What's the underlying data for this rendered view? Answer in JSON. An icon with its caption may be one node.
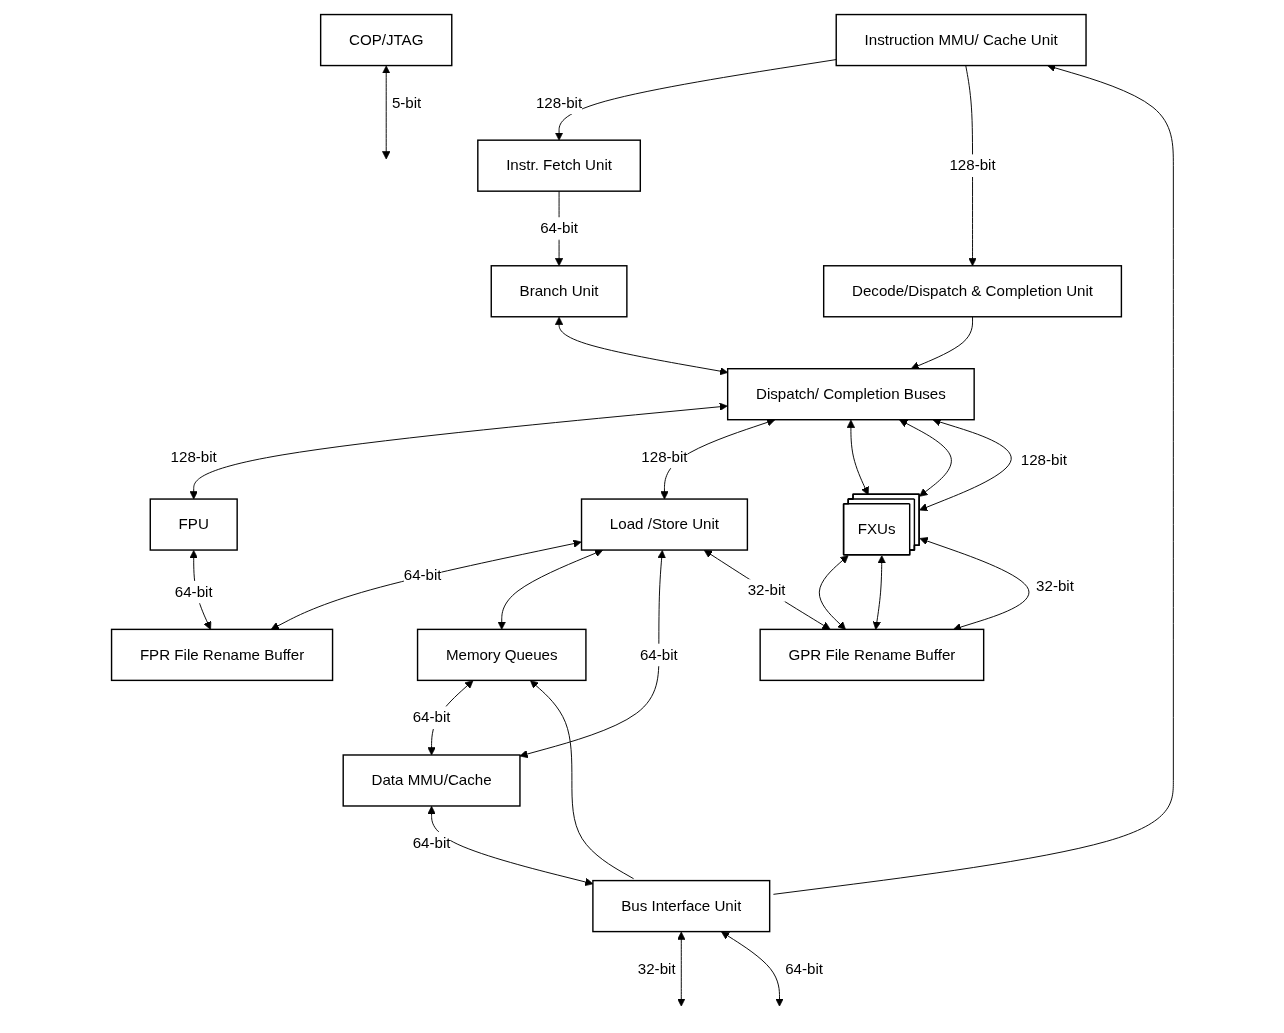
{
  "diagram": {
    "nodes": [
      {
        "text": [
          "Instr. Fetch Unit"
        ]
      },
      {
        "text": [
          "Instruction MMU/ Cache Unit"
        ]
      },
      {
        "text": [
          "Branch Unit"
        ]
      },
      {
        "text": [
          "Decode/Dispatch & Completion Unit"
        ]
      },
      {
        "text": [
          "Dispatch/ Completion Buses"
        ]
      },
      {
        "text": [
          "FPU"
        ]
      },
      {
        "text": [
          "Load /Store Unit"
        ]
      },
      {
        "text": [
          "FXUs"
        ]
      },
      {
        "text": [
          "FPR File Rename Buffer"
        ]
      },
      {
        "text": [
          "GPR File Rename Buffer"
        ]
      },
      {
        "text": [
          "Memory Queues"
        ]
      },
      {
        "text": [
          "Data MMU/Cache"
        ]
      },
      {
        "text": [
          "COP/JTAG"
        ]
      },
      {
        "text": [
          "Bus Interface Unit"
        ]
      }
    ],
    "edges": [
      {
        "from": 1,
        "to": 0,
        "arrow": "to",
        "label": "128-bit"
      },
      {
        "from": 0,
        "to": 2,
        "arrow": "to",
        "label": "64-bit"
      },
      {
        "from": 1,
        "to": 3,
        "arrow": "to",
        "label": "128-bit"
      },
      {
        "from": 2,
        "to": 4,
        "arrow": "both"
      },
      {
        "from": 3,
        "to": 4,
        "arrow": "to"
      },
      {
        "from": 4,
        "to": 5,
        "arrow": "both",
        "label": "128-bit"
      },
      {
        "from": 4,
        "to": 6,
        "arrow": "both",
        "label": "128-bit"
      },
      {
        "from": 4,
        "to": 7,
        "arrow": "both"
      },
      {
        "from": 4,
        "to": 7,
        "arrow": "both"
      },
      {
        "from": 4,
        "to": 7,
        "arrow": "both",
        "label": "128-bit"
      },
      {
        "from": 5,
        "to": 8,
        "arrow": "both",
        "label": "64-bit"
      },
      {
        "from": 6,
        "to": 8,
        "arrow": "both",
        "label": "64-bit"
      },
      {
        "from": 6,
        "to": 10,
        "arrow": "both"
      },
      {
        "from": 6,
        "to": 11,
        "arrow": "both",
        "label": "64-bit"
      },
      {
        "from": 6,
        "to": 9,
        "arrow": "both",
        "label": "32-bit"
      },
      {
        "from": 7,
        "to": 9,
        "arrow": "both"
      },
      {
        "from": 7,
        "to": 9,
        "arrow": "both"
      },
      {
        "from": 7,
        "to": 9,
        "arrow": "both",
        "label": "32-bit"
      },
      {
        "from": 10,
        "to": 11,
        "arrow": "both",
        "label": "64-bit"
      },
      {
        "from": 13,
        "to": 10,
        "arrow": "to"
      },
      {
        "from": 11,
        "to": 13,
        "arrow": "both",
        "label": "64-bit"
      },
      {
        "from": 13,
        "to": 1,
        "arrow": "to"
      },
      {
        "from": 12,
        "to": null,
        "arrow": "both",
        "label": "5-bit"
      },
      {
        "from": 13,
        "to": null,
        "arrow": "both",
        "label": "32-bit"
      },
      {
        "from": 13,
        "to": null,
        "arrow": "both",
        "label": "64-bit"
      }
    ]
  }
}
